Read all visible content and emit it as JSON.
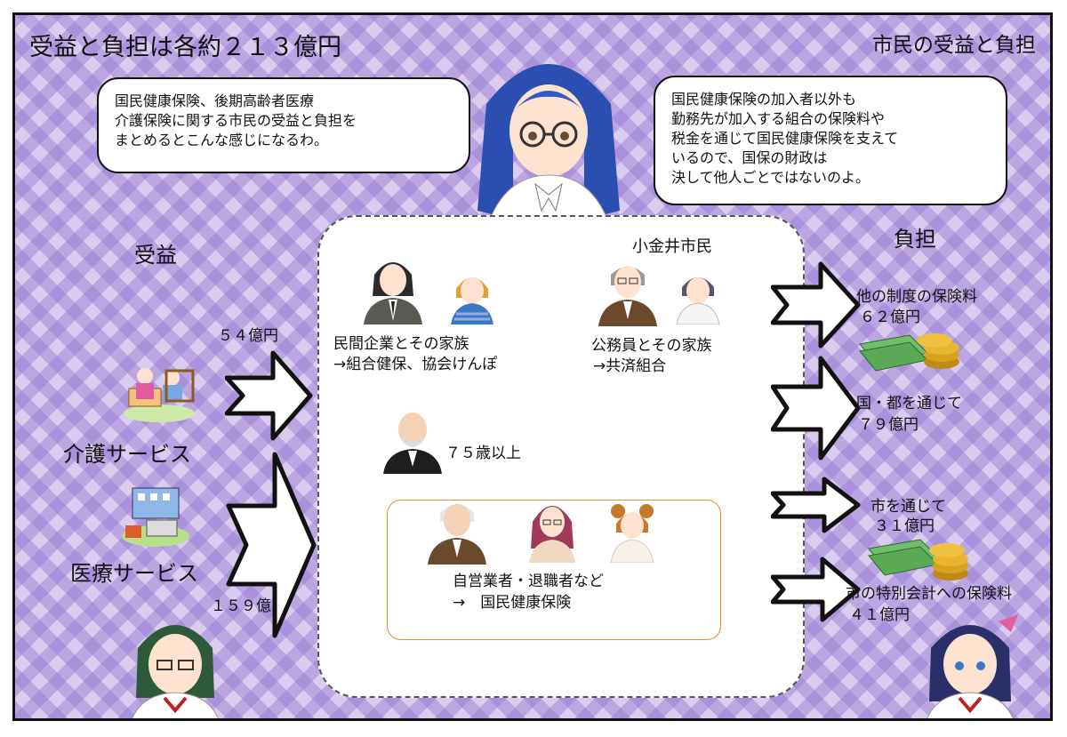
{
  "title_left": "受益と負担は各約２１３億円",
  "title_right": "市民の受益と負担",
  "bubble_left": {
    "lines": [
      "国民健康保険、後期高齢者医療",
      "介護保険に関する市民の受益と負担を",
      "まとめるとこんな感じになるわ。"
    ]
  },
  "bubble_right": {
    "lines": [
      "国民健康保険の加入者以外も",
      "勤務先が加入する組合の保険料や",
      "税金を通じて国民健康保険を支えて",
      "いるので、国保の財政は",
      "決して他人ごとではないのよ。"
    ]
  },
  "benefit": {
    "heading": "受益",
    "care_amount": "５４億円",
    "care_label": "介護サービス",
    "medical_label": "医療サービス",
    "medical_amount": "１５９億円"
  },
  "center": {
    "title": "小金井市民",
    "group1_line1": "民間企業とその家族",
    "group1_line2": "→組合健保、協会けんぽ",
    "group2_line1": "公務員とその家族",
    "group2_line2": "→共済組合",
    "elder_label": "７５歳以上",
    "group3_line1": "自営業者・退職者など",
    "group3_line2": "→　国民健康保険"
  },
  "burden": {
    "heading": "負担",
    "items": [
      {
        "label": "他の制度の保険料",
        "amount": "６２億円"
      },
      {
        "label": "国・都を通じて",
        "amount": "７９億円"
      },
      {
        "label": "市を通じて",
        "amount": "３１億円"
      },
      {
        "label": "市の特別会計への保険料",
        "amount": "４１億円"
      }
    ]
  },
  "colors": {
    "background": "#d9ccef",
    "pattern": "#9678d2",
    "inner_border": "#e0902a",
    "money_green": "#6fbf6a",
    "coin_gold": "#d9a21e"
  },
  "icons": [
    "businessman-icon",
    "child-icon",
    "official-icon",
    "elderly-man-icon",
    "nurse-care-icon",
    "hospital-icon",
    "money-stack-icon",
    "coin-stack-icon",
    "arrow-right-icon"
  ]
}
